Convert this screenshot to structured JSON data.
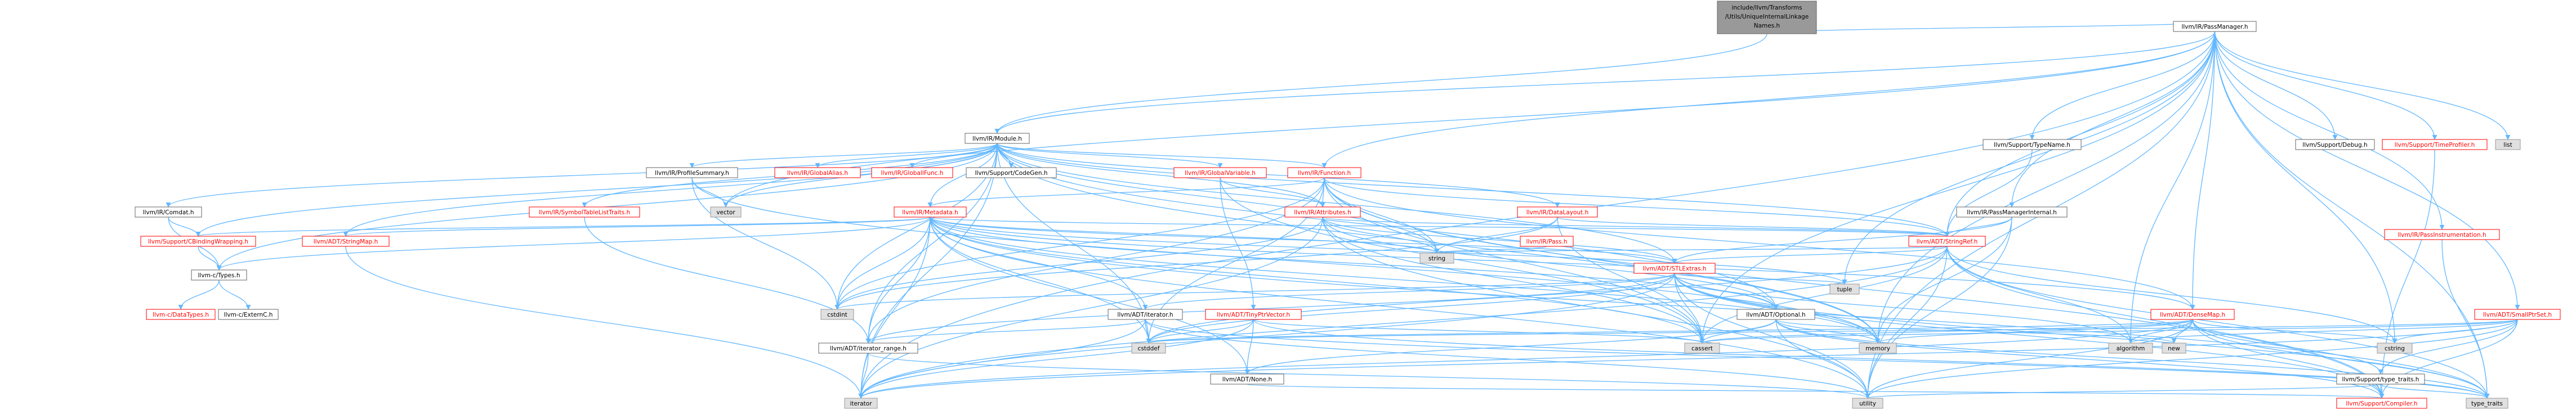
{
  "root": [
    "include/llvm/Transforms",
    "/Utils/UniqueInternalLinkage",
    "Names.h"
  ],
  "nodes": {
    "passmgr": "llvm/IR/PassManager.h",
    "module": "llvm/IR/Module.h",
    "typename": "llvm/Support/TypeName.h",
    "debug": "llvm/Support/Debug.h",
    "timeprof": "llvm/Support/TimeProfiler.h",
    "list": "list",
    "profsum": "llvm/IR/ProfileSummary.h",
    "globalalias": "llvm/IR/GlobalAlias.h",
    "globalifunc": "llvm/IR/GlobalIFunc.h",
    "codegen": "llvm/Support/CodeGen.h",
    "globalvar": "llvm/IR/GlobalVariable.h",
    "function": "llvm/IR/Function.h",
    "datalayout": "llvm/IR/DataLayout.h",
    "pmi": "llvm/IR/PassManagerInternal.h",
    "passinstr": "llvm/IR/PassInstrumentation.h",
    "comdat": "llvm/IR/Comdat.h",
    "symtab": "llvm/IR/SymbolTableListTraits.h",
    "metadata": "llvm/IR/Metadata.h",
    "attributes": "llvm/IR/Attributes.h",
    "vector": "vector",
    "pass": "llvm/IR/Pass.h",
    "stringref": "llvm/ADT/StringRef.h",
    "cbinding": "llvm/Support/CBindingWrapping.h",
    "stringmap": "llvm/ADT/StringMap.h",
    "string": "string",
    "stlextras": "llvm/ADT/STLExtras.h",
    "ctypes": "llvm-c/Types.h",
    "cdatatypes": "llvm-c/DataTypes.h",
    "externc": "llvm-c/ExternC.h",
    "cstdint": "cstdint",
    "iterator_h": "llvm/ADT/iterator.h",
    "tinyptr": "llvm/ADT/TinyPtrVector.h",
    "optional": "llvm/ADT/Optional.h",
    "tuple": "tuple",
    "densemap": "llvm/ADT/DenseMap.h",
    "smallptrset": "llvm/ADT/SmallPtrSet.h",
    "iterrange": "llvm/ADT/iterator_range.h",
    "cstddef": "cstddef",
    "cassert": "cassert",
    "memory": "memory",
    "algorithm": "algorithm",
    "new": "new",
    "cstring": "cstring",
    "none": "llvm/ADT/None.h",
    "typetraits_h": "llvm/Support/type_traits.h",
    "iterator": "iterator",
    "utility": "utility",
    "compiler": "llvm/Support/Compiler.h",
    "type_traits": "type_traits"
  },
  "colors": {
    "edge": "#63B8FF",
    "root_fill": "#999999",
    "std_fill": "#e0e0e0",
    "link_red": "#ff0000"
  }
}
